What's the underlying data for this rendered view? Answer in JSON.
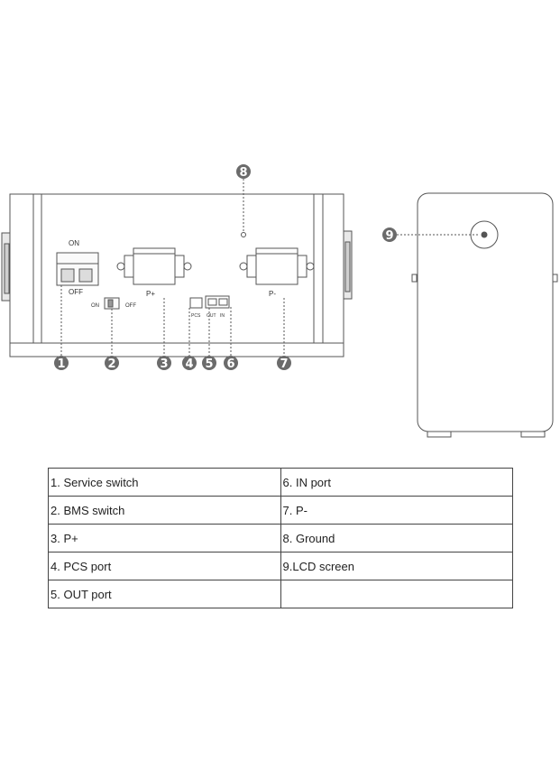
{
  "diagram": {
    "front": {
      "service_switch_on": "ON",
      "service_switch_off": "OFF",
      "bms_on": "ON",
      "bms_off": "OFF",
      "p_plus": "P+",
      "p_minus": "P-",
      "pcs": "PCS",
      "out": "OUT",
      "in": "IN"
    },
    "callouts": [
      "1",
      "2",
      "3",
      "4",
      "5",
      "6",
      "7",
      "8",
      "9"
    ]
  },
  "legend": {
    "rows": [
      [
        "1. Service switch",
        "6. IN port"
      ],
      [
        "2. BMS switch",
        "7. P-"
      ],
      [
        "3. P+",
        "8. Ground"
      ],
      [
        "4. PCS port",
        "9.LCD screen"
      ],
      [
        "5. OUT port",
        ""
      ]
    ]
  }
}
